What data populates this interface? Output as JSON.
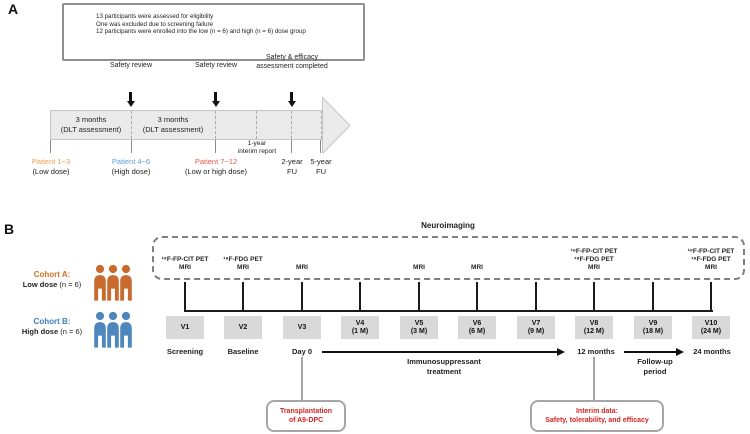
{
  "colors": {
    "patient_low_orange": "#EF9D4E",
    "patient_high_blue": "#5B9BD5",
    "patient_mixed_red": "#E2574C",
    "cohortA_orange": "#D2711F",
    "cohortB_blue": "#3D7EBB",
    "icon_orange": "#C96A2E",
    "icon_blue": "#4E87BC",
    "callout_red": "#D62424",
    "band_gray": "#EAEAEA",
    "visit_box_gray": "#D9D9D9"
  },
  "panelA": {
    "label": "A",
    "eligibility": {
      "lines": [
        "13 participants were assessed for eligibility",
        "One was excluded due to screening failure",
        "12 participants were enrolled into the low (n = 6) and high (n = 6) dose group"
      ]
    },
    "reviews": [
      {
        "line1": "Safety review",
        "line2": ""
      },
      {
        "line1": "Safety review",
        "line2": ""
      },
      {
        "line1": "Safety & efficacy",
        "line2": "assessment completed"
      }
    ],
    "segments": [
      {
        "line1": "3 months",
        "line2": "(DLT assessment)"
      },
      {
        "line1": "3 months",
        "line2": "(DLT assessment)"
      }
    ],
    "interim_note": {
      "line1": "1-year",
      "line2": "interim report"
    },
    "milestones": [
      {
        "title": "Patient 1~3",
        "subtitle": "(Low dose)"
      },
      {
        "title": "Patient 4~6",
        "subtitle": "(High dose)"
      },
      {
        "title": "Patient 7~12",
        "subtitle": "(Low or high dose)"
      },
      {
        "title": "2-year",
        "subtitle": "FU"
      },
      {
        "title": "5-year",
        "subtitle": "FU"
      }
    ]
  },
  "panelB": {
    "label": "B",
    "cohorts": [
      {
        "title": "Cohort A:",
        "dose_bold": "Low dose",
        "dose_rest": " (n = 6)"
      },
      {
        "title": "Cohort B:",
        "dose_bold": "High dose",
        "dose_rest": " (n = 6)"
      }
    ],
    "neuroimaging": {
      "title": "Neuroimaging",
      "groups": [
        {
          "visit": "V1",
          "lines": [
            "¹⁸F-FP-CIT PET",
            "MRI"
          ]
        },
        {
          "visit": "V2",
          "lines": [
            "¹⁸F-FDG PET",
            "MRI"
          ]
        },
        {
          "visit": "V3",
          "lines": [
            "MRI"
          ]
        },
        {
          "visit": "V5",
          "lines": [
            "MRI"
          ]
        },
        {
          "visit": "V6",
          "lines": [
            "MRI"
          ]
        },
        {
          "visit": "V8",
          "lines": [
            "¹⁸F-FP-CIT PET",
            "¹⁸F-FDG PET",
            "MRI"
          ]
        },
        {
          "visit": "V10",
          "lines": [
            "¹⁸F-FP-CIT PET",
            "¹⁸F-FDG PET",
            "MRI"
          ]
        }
      ]
    },
    "visits": [
      {
        "id": "V1",
        "sub": ""
      },
      {
        "id": "V2",
        "sub": ""
      },
      {
        "id": "V3",
        "sub": ""
      },
      {
        "id": "V4",
        "sub": "(1 M)"
      },
      {
        "id": "V5",
        "sub": "(3 M)"
      },
      {
        "id": "V6",
        "sub": "(6 M)"
      },
      {
        "id": "V7",
        "sub": "(9 M)"
      },
      {
        "id": "V8",
        "sub": "(12 M)"
      },
      {
        "id": "V9",
        "sub": "(18 M)"
      },
      {
        "id": "V10",
        "sub": "(24 M)"
      }
    ],
    "axis_labels": {
      "screening": "Screening",
      "baseline": "Baseline",
      "day0": "Day 0",
      "m12": "12 months",
      "m24": "24 months"
    },
    "phases": [
      {
        "line1": "Immunosuppressant",
        "line2": "treatment"
      },
      {
        "line1": "Follow-up",
        "line2": "period"
      }
    ],
    "callouts": [
      {
        "line1": "Transplantation",
        "line2": "of A9-DPC"
      },
      {
        "line1": "Interim data:",
        "line2": "Safety, tolerability, and efficacy"
      }
    ]
  }
}
